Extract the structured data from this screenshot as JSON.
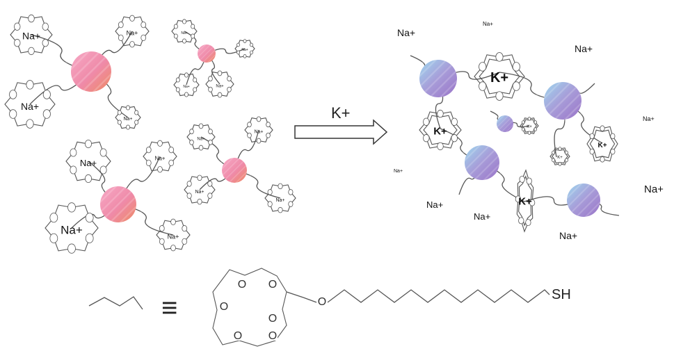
{
  "reagent": {
    "label": "K+"
  },
  "ions": {
    "na": "Na+",
    "k": "K+"
  },
  "legend": {
    "equiv_symbol": "≡",
    "oxygen": "O",
    "thiol": "SH"
  }
}
